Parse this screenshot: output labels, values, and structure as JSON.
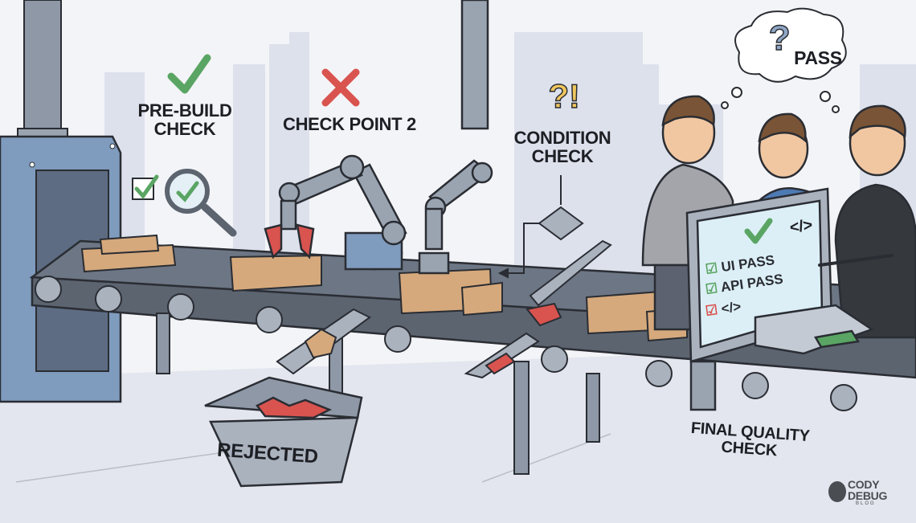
{
  "labels": {
    "pre_build": "PRE-BUILD",
    "pre_build_2": "CHECK",
    "checkpoint2": "CHECK POINT 2",
    "condition": "CONDITION",
    "condition_2": "CHECK",
    "condition_symbol": "?!",
    "final": "FINAL QUALITY",
    "final_2": "CHECK",
    "rejected": "REJECTED"
  },
  "thought_bubble": {
    "symbol": "?",
    "text": "PASS"
  },
  "monitor": {
    "code_symbol": "</>",
    "items": [
      {
        "label": "UI PASS",
        "status": "pass"
      },
      {
        "label": "API PASS",
        "status": "pass"
      },
      {
        "label": "</>",
        "status": "fail"
      }
    ]
  },
  "watermark": {
    "line1": "CODY",
    "line2": "DEBUG",
    "line3": "BLOG"
  },
  "colors": {
    "pass_green": "#5aa564",
    "fail_red": "#d9534f",
    "warn_yellow": "#f0c75e",
    "box_tan": "#d6a97c",
    "machine_blue": "#7f9bbd",
    "conveyor": "#5c6470",
    "skyline": "#dde1ec"
  }
}
